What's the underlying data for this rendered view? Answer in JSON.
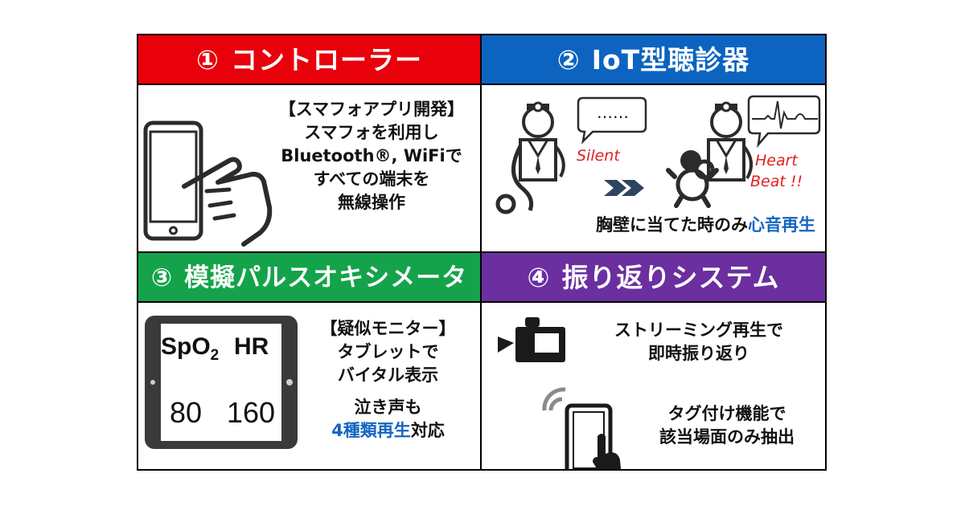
{
  "colors": {
    "p1_header": "#e8000b",
    "p2_header": "#0c64c0",
    "p3_header": "#14a34a",
    "p4_header": "#6b2fa0",
    "accent_text": "#1565c0",
    "annotation": "#e02020"
  },
  "panel1": {
    "number": "①",
    "title": "コントローラー",
    "lines": [
      "【スマフォアプリ開発】",
      "スマフォを利用し",
      "Bluetooth®, WiFiで",
      "すべての端末を",
      "無線操作"
    ],
    "icons": [
      "smartphone-icon",
      "pointing-hand-icon"
    ]
  },
  "panel2": {
    "number": "②",
    "title": "IoT型聴診器",
    "bubble_text": "……",
    "silent": "Silent",
    "heart": "Heart",
    "beat": "Beat !!",
    "caption_a": "胸壁に当てた時のみ",
    "caption_b": "心音再生",
    "icons": [
      "doctor-stethoscope-icon",
      "speech-bubble-icon",
      "double-chevron-right-icon",
      "baby-icon",
      "ecg-bubble-icon"
    ]
  },
  "panel3": {
    "number": "③",
    "title": "模擬パルスオキシメータ",
    "monitor": {
      "spo2_label": "SpO",
      "spo2_sub": "2",
      "hr_label": "HR",
      "spo2_value": "80",
      "hr_value": "160"
    },
    "lines": [
      "【疑似モニター】",
      "タブレットで",
      "バイタル表示"
    ],
    "line2a": "泣き声も",
    "line2b_accent": "4種類再生",
    "line2b_tail": "対応"
  },
  "panel4": {
    "number": "④",
    "title": "振り返りシステム",
    "lines1": [
      "ストリーミング再生で",
      "即時振り返り"
    ],
    "lines2": [
      "タグ付け機能で",
      "該当場面のみ抽出"
    ],
    "icons": [
      "video-camera-icon",
      "wireless-signal-icon",
      "smartphone-touch-icon"
    ]
  }
}
